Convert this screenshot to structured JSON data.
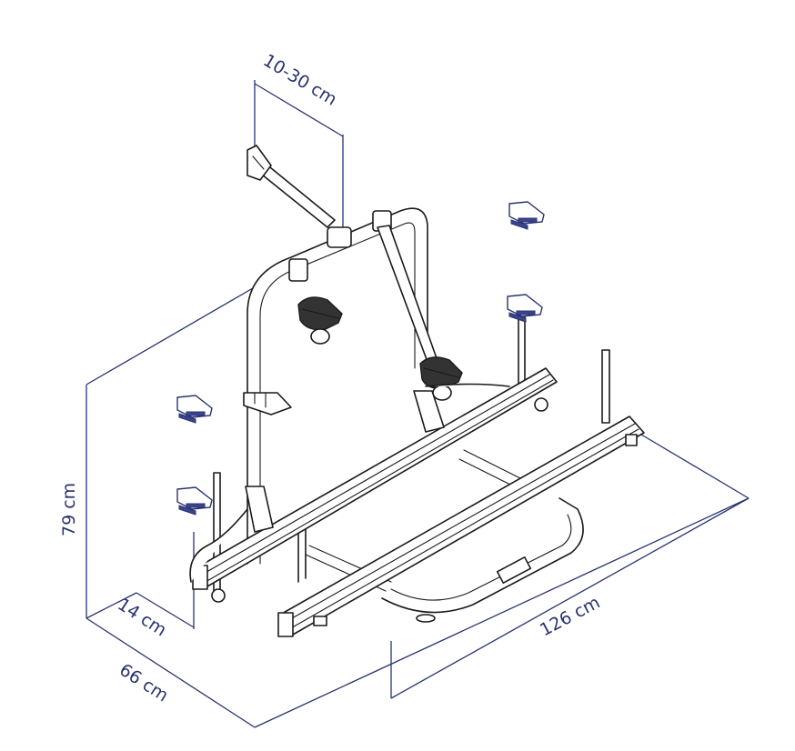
{
  "dimensions": {
    "arm_reach": "10-30 cm",
    "height": "79 cm",
    "offset": "14 cm",
    "depth": "66 cm",
    "width": "126 cm"
  },
  "colors": {
    "dimension_ink": "#2a3270",
    "drawing_ink": "#1a1a1a",
    "background": "#ffffff"
  }
}
